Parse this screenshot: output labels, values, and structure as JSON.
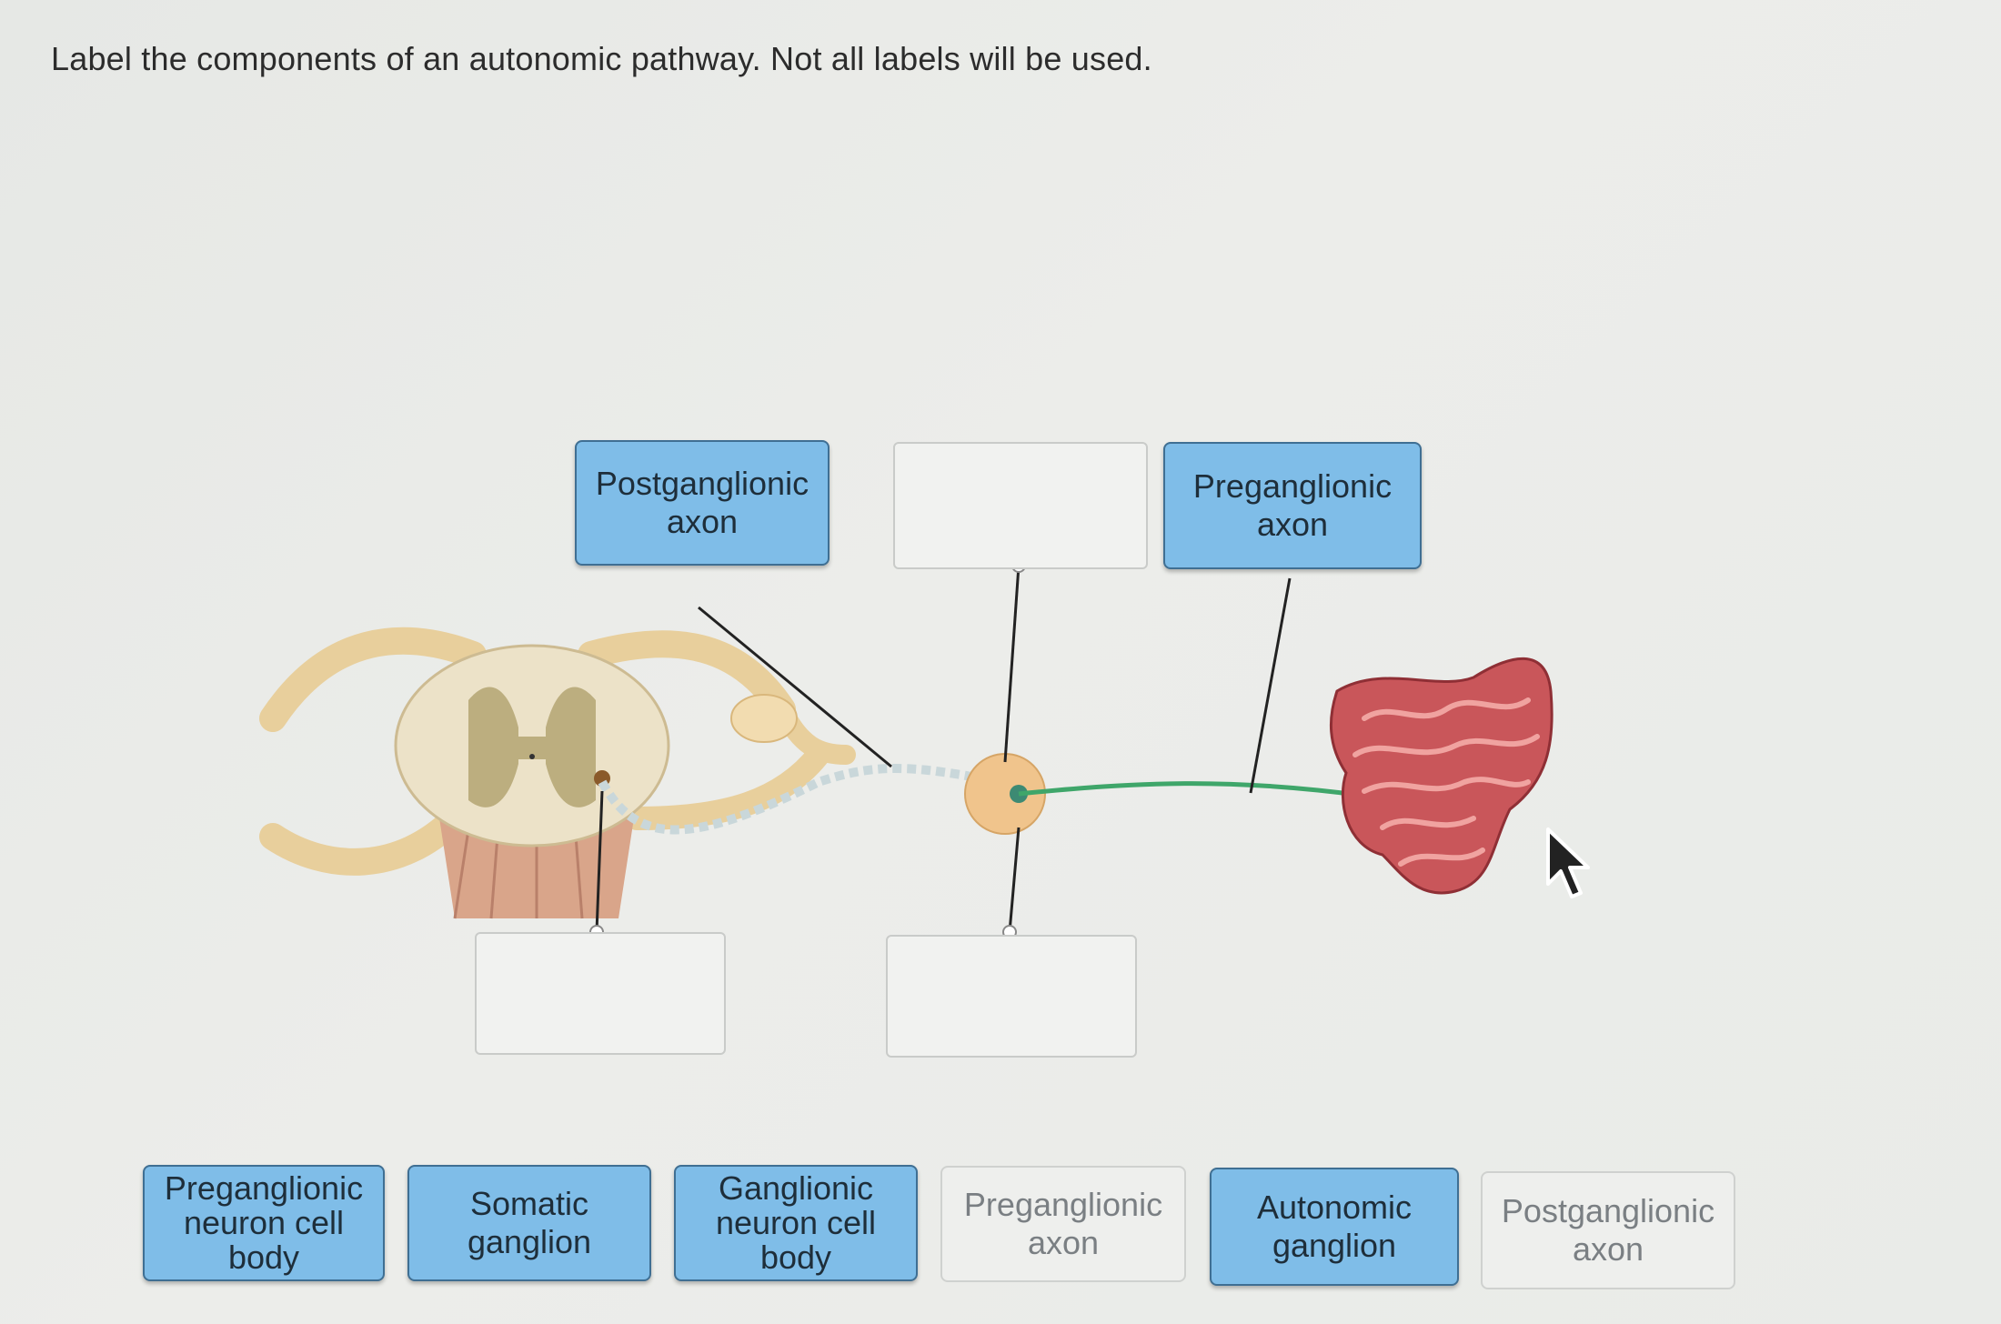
{
  "instruction": "Label the components of an autonomic pathway. Not all labels will be used.",
  "targets": [
    {
      "id": "top-left",
      "label": "Postganglionic\naxon",
      "filled": true
    },
    {
      "id": "top-middle",
      "label": "",
      "filled": false
    },
    {
      "id": "top-right",
      "label": "Preganglionic\naxon",
      "filled": true
    },
    {
      "id": "bottom-left",
      "label": "",
      "filled": false
    },
    {
      "id": "bottom-middle",
      "label": "",
      "filled": false
    }
  ],
  "label_bank": [
    {
      "label": "Preganglionic\nneuron cell\nbody",
      "state": "available"
    },
    {
      "label": "Somatic\nganglion",
      "state": "available"
    },
    {
      "label": "Ganglionic\nneuron cell\nbody",
      "state": "available"
    },
    {
      "label": "Preganglionic\naxon",
      "state": "used"
    },
    {
      "label": "Autonomic\nganglion",
      "state": "available"
    },
    {
      "label": "Postganglionic\naxon",
      "state": "used"
    }
  ],
  "colors": {
    "filled_label": "#7fbde8",
    "used_label": "#eeefed",
    "axon_green": "#3fa66a",
    "intestine": "#c9565a"
  }
}
